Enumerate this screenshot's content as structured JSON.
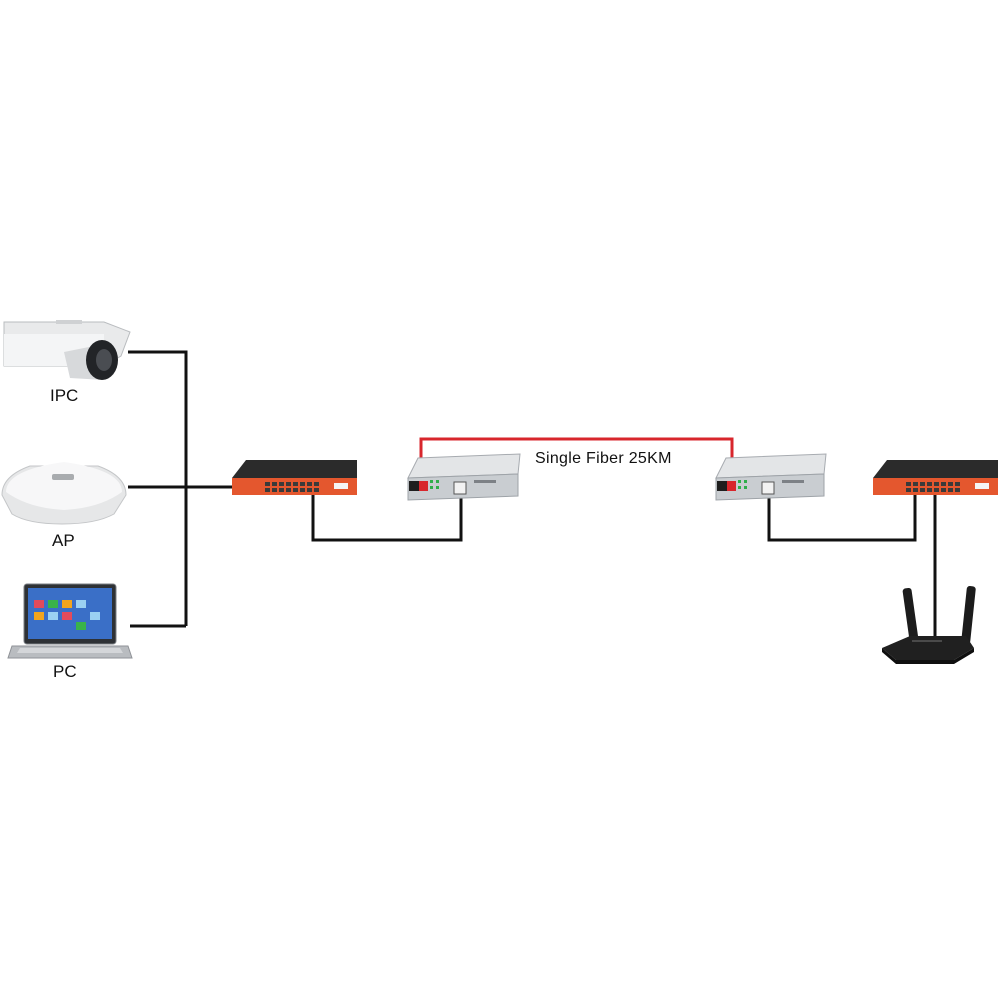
{
  "devices": {
    "ipc": {
      "label": "IPC"
    },
    "ap": {
      "label": "AP"
    },
    "pc": {
      "label": "PC"
    }
  },
  "fiber": {
    "label": "Single Fiber 25KM"
  },
  "colors": {
    "background": "#ffffff",
    "cable": "#111111",
    "fiber": "#d8262c",
    "switch_front": "#e4572e",
    "switch_top": "#2b2b2b",
    "converter_body": "#c9cdd1"
  }
}
